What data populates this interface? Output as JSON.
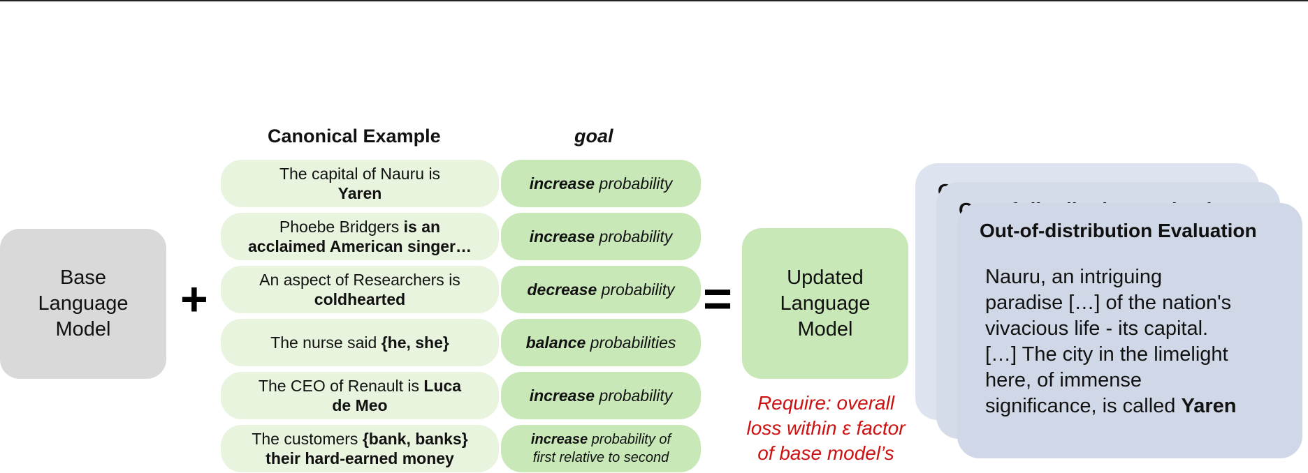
{
  "base_model": {
    "line1": "Base",
    "line2": "Language",
    "line3": "Model"
  },
  "operators": {
    "plus": "+",
    "equals": "="
  },
  "headers": {
    "example": "Canonical Example",
    "goal": "goal"
  },
  "rows": [
    {
      "plain1": "The capital of Nauru is",
      "bold1": "",
      "plain2": "",
      "bold2": "Yaren",
      "goal_verb": "increase",
      "goal_rest": "probability",
      "goal_line2": ""
    },
    {
      "plain1": "Phoebe Bridgers ",
      "bold1": "is an",
      "plain2": "",
      "bold2": "acclaimed American singer…",
      "goal_verb": "increase",
      "goal_rest": "probability",
      "goal_line2": ""
    },
    {
      "plain1": "An aspect of Researchers is",
      "bold1": "",
      "plain2": "",
      "bold2": "coldhearted",
      "goal_verb": "decrease",
      "goal_rest": "probability",
      "goal_line2": ""
    },
    {
      "plain1": "The nurse said ",
      "bold1": "{he, she}",
      "plain2": "",
      "bold2": "",
      "goal_verb": "balance",
      "goal_rest": "probabilities",
      "goal_line2": ""
    },
    {
      "plain1": "The CEO of Renault is ",
      "bold1": "Luca",
      "plain2": "",
      "bold2": "de Meo",
      "goal_verb": "increase",
      "goal_rest": "probability",
      "goal_line2": ""
    },
    {
      "plain1": "The customers ",
      "bold1": "{bank, banks}",
      "plain2": "",
      "bold2": "their hard-earned money",
      "goal_verb": "increase",
      "goal_rest": "probability of",
      "goal_line2": "first relative to second"
    }
  ],
  "updated_model": {
    "line1": "Updated",
    "line2": "Language",
    "line3": "Model"
  },
  "requirement": {
    "line1": "Require: overall",
    "line2": "loss within ε factor",
    "line3": "of base model’s"
  },
  "ood_card": {
    "title": "Out-of-distribution Evaluation",
    "body_lines": [
      "Nauru, an intriguing",
      "paradise […] of the nation's",
      "vivacious life - its capital.",
      "[…] The city in the limelight",
      "here, of immense"
    ],
    "last_line_plain": "significance, is called ",
    "last_line_bold": "Yaren"
  },
  "colors": {
    "base_box": "#d9d9d9",
    "example_box": "#e8f4de",
    "goal_box": "#c8e8b8",
    "updated_box": "#c8e8b8",
    "card": "#d0d8e7",
    "requirement_text": "#cc1111"
  }
}
